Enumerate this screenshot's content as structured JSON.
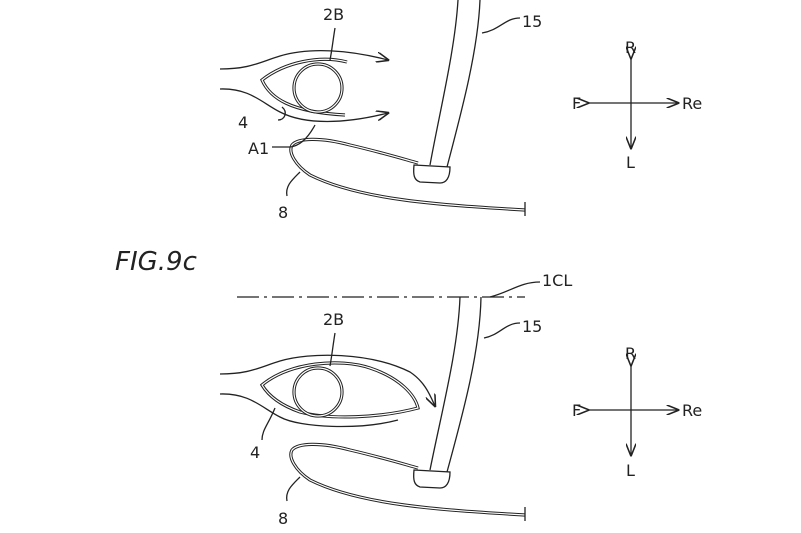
{
  "figure_title": "FIG.9c",
  "top": {
    "labels": {
      "tube": "2B",
      "pillar": "15",
      "sheath": "4",
      "point": "A1",
      "panel": "8"
    },
    "compass": {
      "up": "R",
      "down": "L",
      "left": "F",
      "right": "Re"
    }
  },
  "bottom": {
    "labels": {
      "centerline": "1CL",
      "tube": "2B",
      "pillar": "15",
      "sheath": "4",
      "panel": "8"
    },
    "compass": {
      "up": "R",
      "down": "L",
      "left": "F",
      "right": "Re"
    }
  }
}
